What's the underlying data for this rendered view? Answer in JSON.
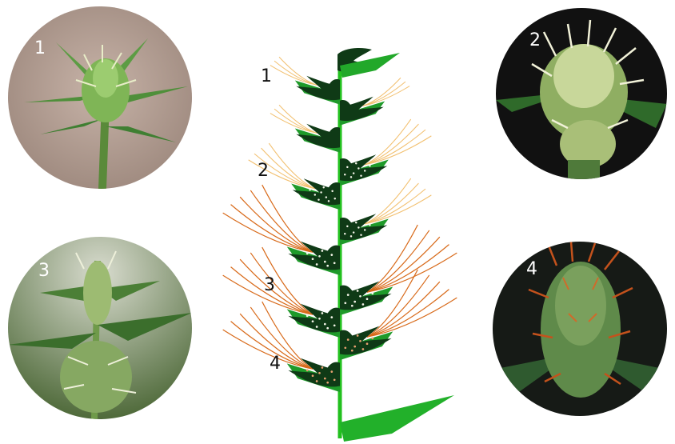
{
  "photos": [
    {
      "label": "1"
    },
    {
      "label": "2"
    },
    {
      "label": "3"
    },
    {
      "label": "4"
    }
  ],
  "diagram": {
    "stage_labels": [
      "1",
      "2",
      "3",
      "4"
    ]
  },
  "colors": {
    "stem": "#22c01e",
    "leaf": "#1f9a2a",
    "bud": "#0f3a16",
    "young_pistil": "#f2c070",
    "mature_pistil": "#d86a1a",
    "photo_bg_1": "#b39a8f",
    "photo_bg_2": "#121212",
    "photo_bg_3": "#7f8f6a",
    "photo_bg_4": "#181c18"
  }
}
